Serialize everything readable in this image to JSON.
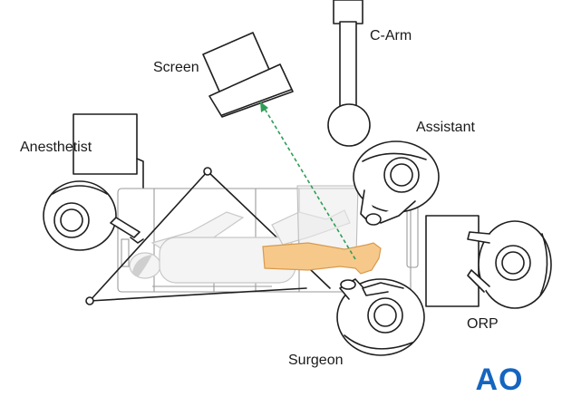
{
  "labels": {
    "c_arm": "C-Arm",
    "screen": "Screen",
    "assistant": "Assistant",
    "anesthetist": "Anesthetist",
    "orp": "ORP",
    "surgeon": "Surgeon"
  },
  "logo": {
    "text": "AO"
  },
  "colors": {
    "beam": "#2e9e57",
    "leg": "#f6c98a",
    "logo": "#1565c0"
  }
}
